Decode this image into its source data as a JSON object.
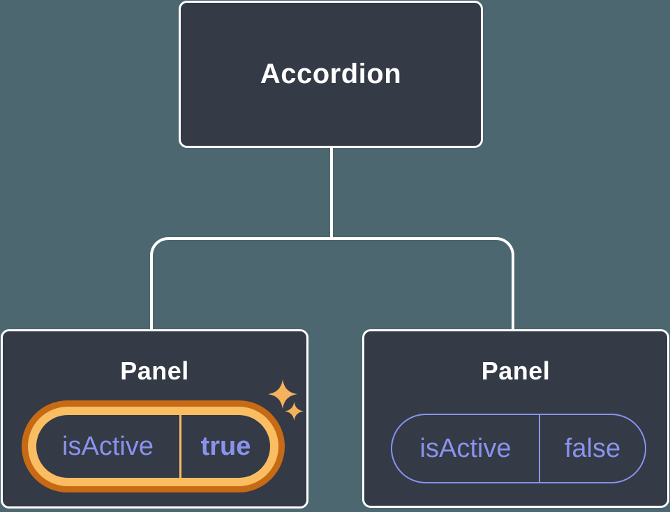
{
  "diagram": {
    "description": "React component tree showing an Accordion parent with two Panel children holding isActive state",
    "root": {
      "label": "Accordion"
    },
    "panels": [
      {
        "label": "Panel",
        "state": {
          "name": "isActive",
          "value": "true"
        },
        "highlighted": true
      },
      {
        "label": "Panel",
        "state": {
          "name": "isActive",
          "value": "false"
        },
        "highlighted": false
      }
    ]
  },
  "icons": {
    "sparkle_large": "four-point-star",
    "sparkle_small": "four-point-star"
  },
  "colors": {
    "background": "#4C6770",
    "card_fill": "#343A46",
    "card_border": "#FFFFFF",
    "connector_line": "#FFFFFF",
    "state_purple": "#8A93EC",
    "highlight_orange_dark": "#C76A15",
    "highlight_orange_light": "#FABD62",
    "sparkle_orange": "#F5B25C"
  }
}
